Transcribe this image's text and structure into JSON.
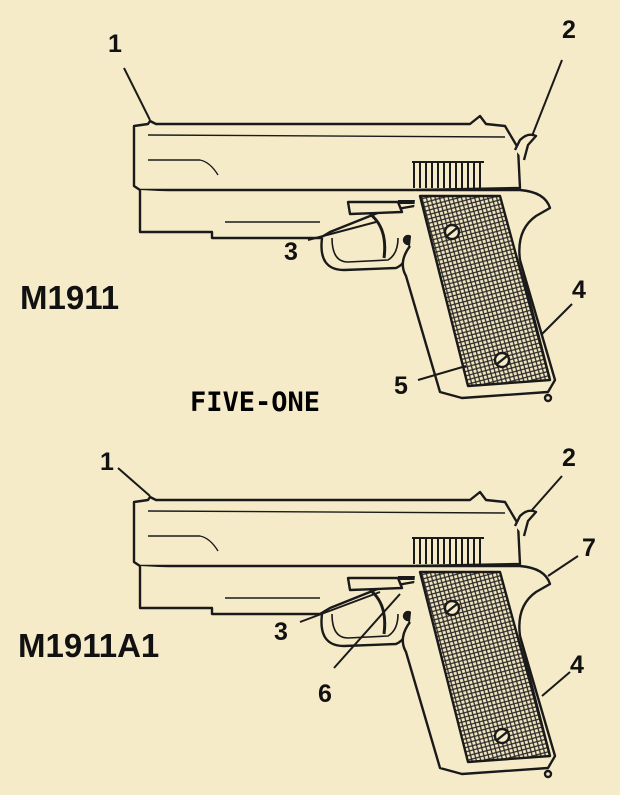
{
  "colors": {
    "background": "#f6ebc8",
    "ink": "#1a1a1a"
  },
  "title": "FIVE-ONE",
  "diagrams": [
    {
      "model": "M1911",
      "callouts": [
        "1",
        "2",
        "3",
        "4",
        "5"
      ]
    },
    {
      "model": "M1911A1",
      "callouts": [
        "1",
        "2",
        "7",
        "3",
        "6",
        "4"
      ]
    }
  ]
}
